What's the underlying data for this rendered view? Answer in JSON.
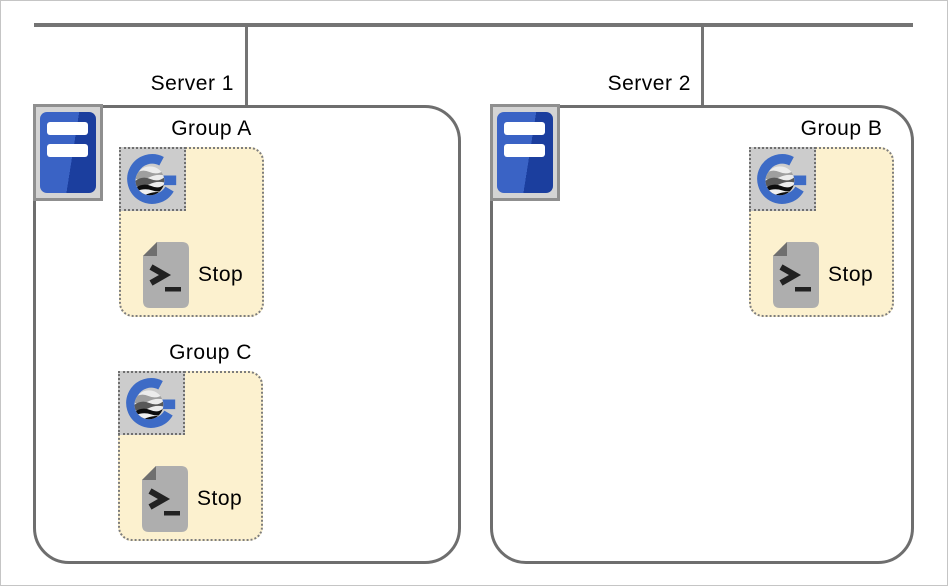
{
  "servers": [
    {
      "label": "Server 1"
    },
    {
      "label": "Server 2"
    }
  ],
  "groups": [
    {
      "label": "Group A",
      "action_label": "Stop"
    },
    {
      "label": "Group B",
      "action_label": "Stop"
    },
    {
      "label": "Group C",
      "action_label": "Stop"
    }
  ],
  "icons": {
    "server": "server-tower-icon",
    "group_logo": "glassfish-g-icon",
    "script": "shell-script-icon"
  },
  "colors": {
    "line_gray": "#6e6e6e",
    "group_fill": "#FCF1CF",
    "icon_plate_gray": "#CCCCCC",
    "server_plate_gray": "#D4D4D4",
    "server_blue_light": "#3A63C5",
    "server_blue_dark": "#1B3E9E",
    "logo_blue": "#3D6BC6"
  }
}
